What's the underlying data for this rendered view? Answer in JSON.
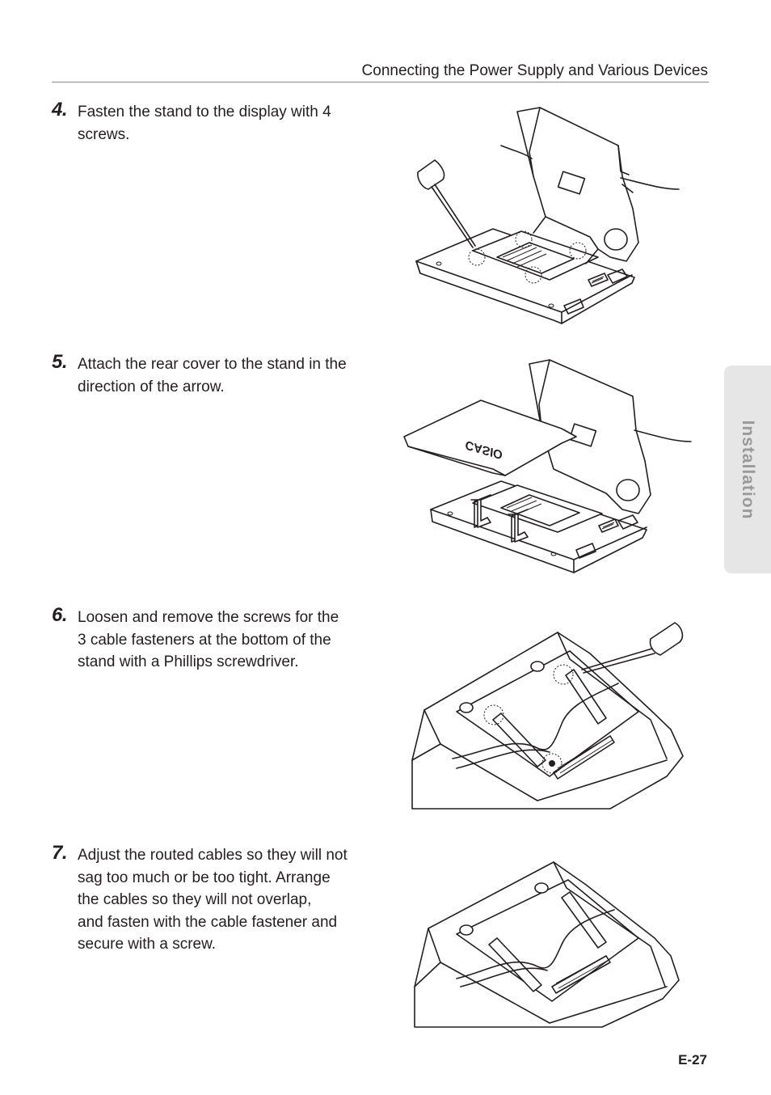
{
  "header": {
    "title": "Connecting the Power Supply and Various Devices"
  },
  "steps": [
    {
      "number": "4.",
      "lines": [
        "Fasten the stand to the display with 4",
        "screws."
      ]
    },
    {
      "number": "5.",
      "lines": [
        "Attach the rear cover to the stand in the",
        "direction of the arrow."
      ]
    },
    {
      "number": "6.",
      "lines": [
        "Loosen and remove the screws for the",
        "3 cable fasteners at the bottom of the",
        "stand with a Phillips screwdriver."
      ]
    },
    {
      "number": "7.",
      "lines": [
        "Adjust the routed cables so they will not",
        "sag too much or be too tight. Arrange",
        "the cables so they will not overlap,",
        "and fasten with the cable fastener and",
        "secure with a screw."
      ]
    }
  ],
  "figures": {
    "step5_cover_logo": "CASIO"
  },
  "side_tab": {
    "label": "Installation"
  },
  "footer": {
    "page_number": "E-27"
  }
}
